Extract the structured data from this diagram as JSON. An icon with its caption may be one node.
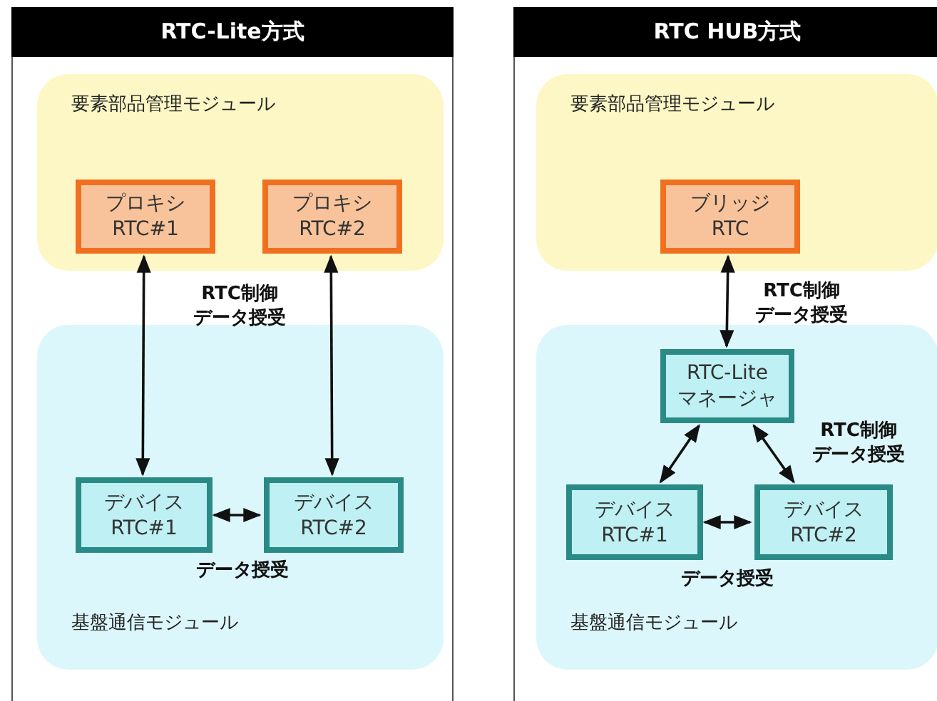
{
  "diagram": {
    "nodes": [
      {
        "text": [
          "RTC-Lite方式"
        ]
      },
      {
        "text": [
          "要素部品管理モジュール"
        ],
        "in": 0
      },
      {
        "text": [
          "プロキシ RTC#1"
        ],
        "in": 1
      },
      {
        "text": [
          "プロキシ RTC#2"
        ],
        "in": 1
      },
      {
        "text": [
          "基盤通信モジュール"
        ],
        "in": 0
      },
      {
        "text": [
          "デバイス RTC#1"
        ],
        "in": 4
      },
      {
        "text": [
          "デバイス RTC#2"
        ],
        "in": 4
      },
      {
        "text": [
          "RTC HUB方式"
        ]
      },
      {
        "text": [
          "要素部品管理モジュール"
        ],
        "in": 7
      },
      {
        "text": [
          "ブリッジ RTC"
        ],
        "in": 8
      },
      {
        "text": [
          "基盤通信モジュール"
        ],
        "in": 7
      },
      {
        "text": [
          "RTC-Lite マネージャ"
        ],
        "in": 10
      },
      {
        "text": [
          "デバイス RTC#1"
        ],
        "in": 10
      },
      {
        "text": [
          "デバイス RTC#2"
        ],
        "in": 10
      }
    ],
    "edges": [
      {
        "from": 2,
        "to": 5,
        "arrow": "both"
      },
      {
        "from": 3,
        "to": 6,
        "arrow": "both"
      },
      {
        "from": 5,
        "to": 6,
        "arrow": "both",
        "label": "データ授受"
      },
      {
        "from": 9,
        "to": 11,
        "arrow": "both",
        "label": "RTC制御データ授受"
      },
      {
        "from": 11,
        "to": 12,
        "arrow": "both"
      },
      {
        "from": 11,
        "to": 13,
        "arrow": "both",
        "label": "RTC制御データ授受"
      },
      {
        "from": 12,
        "to": 13,
        "arrow": "both",
        "label": "データ授受"
      }
    ],
    "labels": [
      "RTC制御データ授受"
    ]
  }
}
